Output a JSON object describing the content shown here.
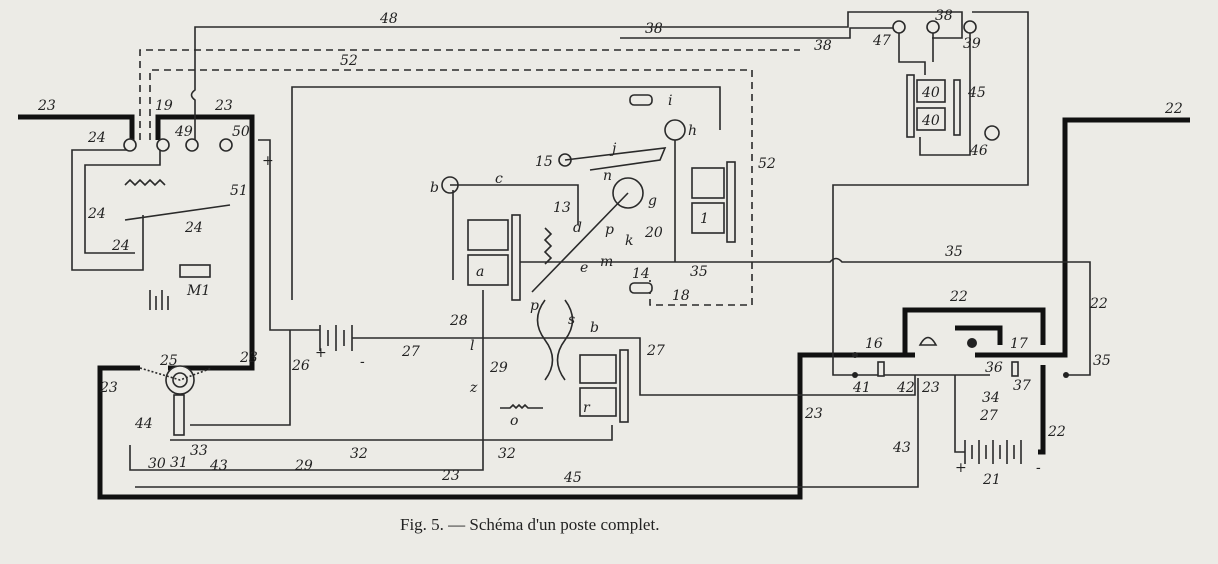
{
  "figure": {
    "caption": "Fig. 5. — Schéma d'un poste complet.",
    "labels": [
      "48",
      "38",
      "52",
      "38",
      "47",
      "38",
      "39",
      "23",
      "19",
      "23",
      "24",
      "49",
      "50",
      "51",
      "24",
      "24",
      "24",
      "M1",
      "15",
      "j",
      "h",
      "i",
      "b",
      "c",
      "13",
      "d",
      "n",
      "g",
      "p",
      "k",
      "20",
      "a",
      "e",
      "m",
      "14",
      "18",
      "1",
      "52",
      "35",
      "40",
      "40",
      "45",
      "46",
      "22",
      "35",
      "22",
      "22",
      "16",
      "17",
      "36",
      "41",
      "42",
      "23",
      "37",
      "35",
      "34",
      "27",
      "22",
      "21",
      "28",
      "s",
      "b",
      "27",
      "26",
      "27",
      "29",
      "l",
      "z",
      "r",
      "o",
      "23",
      "25",
      "23",
      "44",
      "33",
      "31",
      "30",
      "43",
      "29",
      "32",
      "32",
      "23",
      "45",
      "23",
      "43",
      "+",
      "+",
      "-",
      "+",
      "-",
      "p"
    ]
  }
}
